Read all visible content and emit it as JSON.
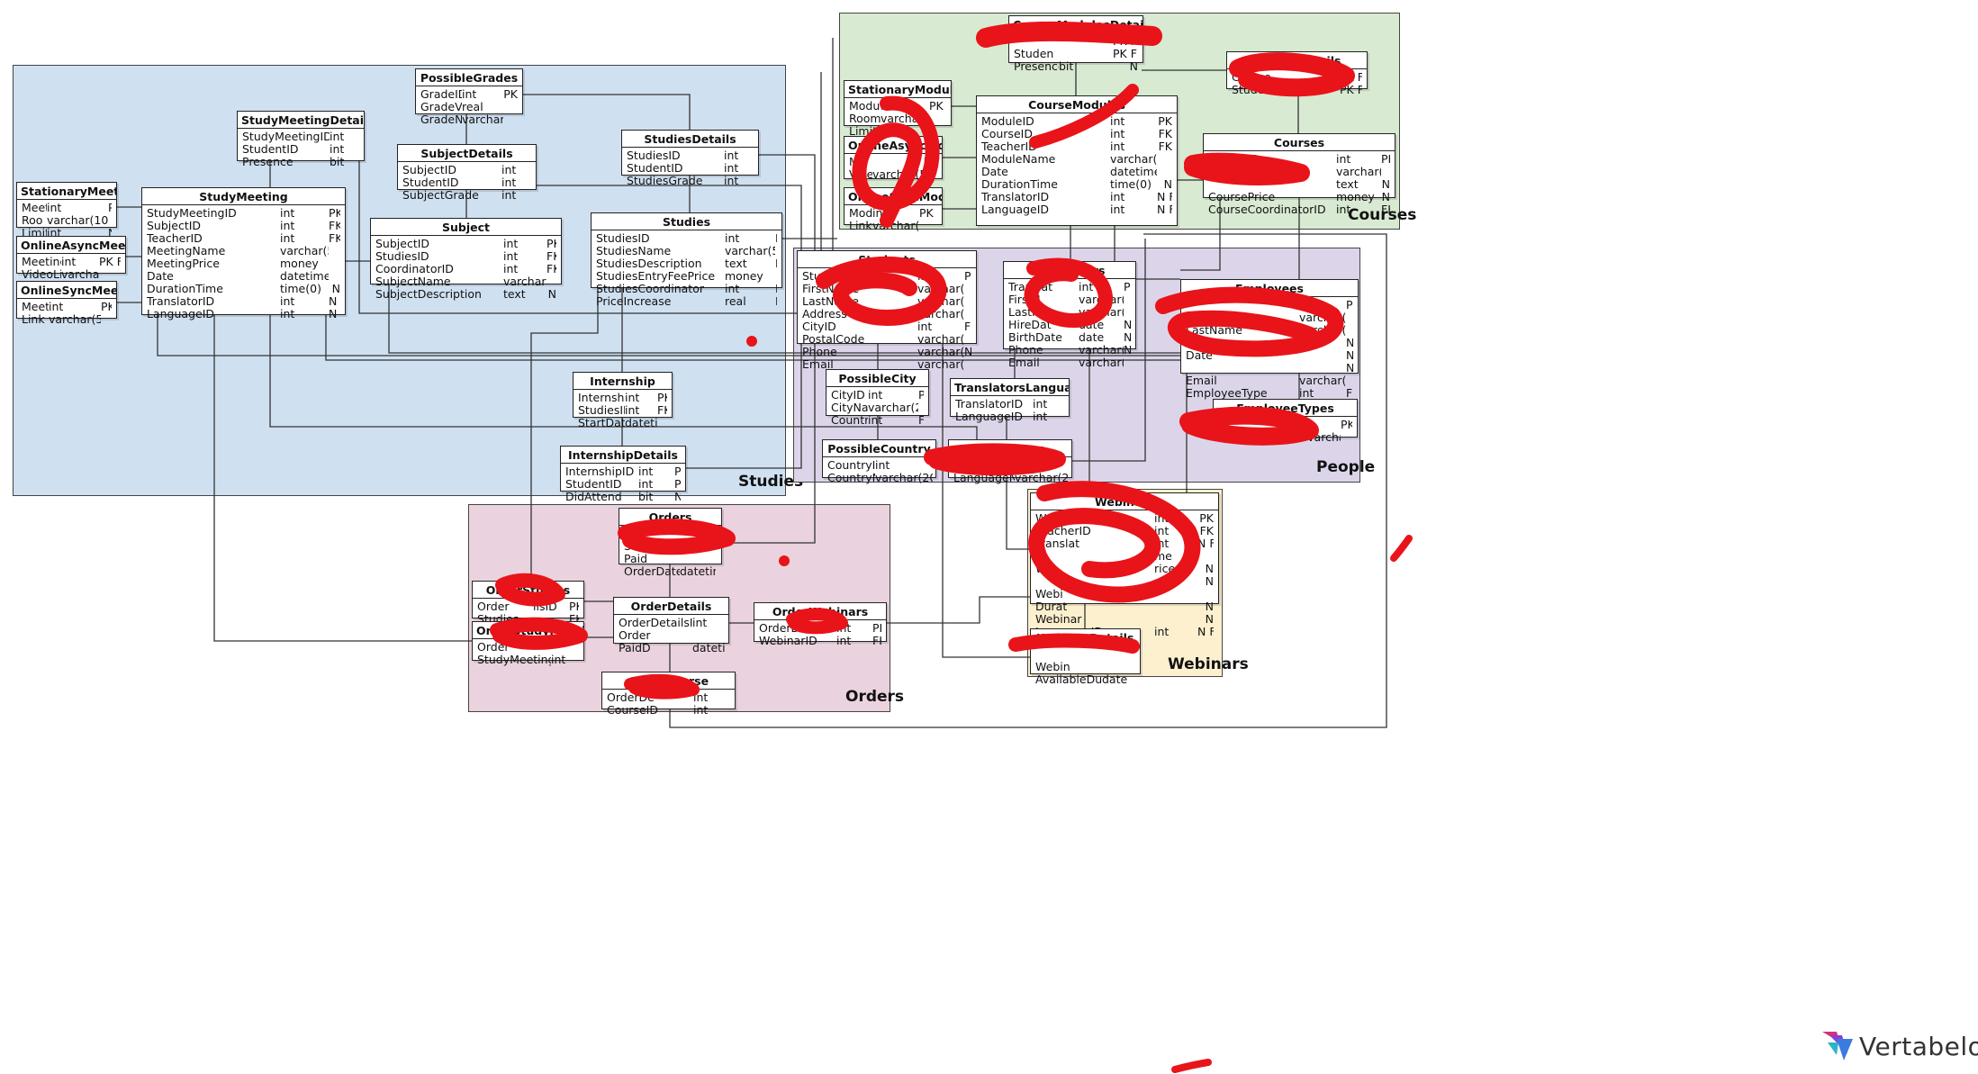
{
  "areas": [
    {
      "id": "studies",
      "label": "Studies",
      "color": "#cfe0f1"
    },
    {
      "id": "courses",
      "label": "Courses",
      "color": "#d8ead2"
    },
    {
      "id": "people",
      "label": "People",
      "color": "#dcd5ea"
    },
    {
      "id": "orders",
      "label": "Orders",
      "color": "#ead3de"
    },
    {
      "id": "webinars",
      "label": "Webinars",
      "color": "#fcf0cf"
    }
  ],
  "tables": [
    {
      "id": "PossibleGrades",
      "title": "PossibleGrades",
      "rows": [
        [
          "GradeID",
          "int",
          "PK"
        ],
        [
          "GradeValu",
          "real",
          ""
        ],
        [
          "GradeNam",
          "varchar(20)",
          ""
        ]
      ]
    },
    {
      "id": "StudyMeetingDetails",
      "title": "StudyMeetingDetails",
      "rows": [
        [
          "StudyMeetingID",
          "int",
          "PK FK"
        ],
        [
          "StudentID",
          "int",
          "PK FK"
        ],
        [
          "Presence",
          "bit",
          "N"
        ]
      ]
    },
    {
      "id": "SubjectDetails",
      "title": "SubjectDetails",
      "rows": [
        [
          "SubjectID",
          "int",
          "PK FK"
        ],
        [
          "StudentID",
          "int",
          "PK FK"
        ],
        [
          "SubjectGrade",
          "int",
          "FK"
        ]
      ]
    },
    {
      "id": "StudiesDetails",
      "title": "StudiesDetails",
      "rows": [
        [
          "StudiesID",
          "int",
          "PK FK"
        ],
        [
          "StudentID",
          "int",
          "PK FK"
        ],
        [
          "StudiesGrade",
          "int",
          "FK"
        ]
      ]
    },
    {
      "id": "StationaryMeeting",
      "title": "StationaryMeeting",
      "rows": [
        [
          "Meeti",
          "int",
          "PK FK"
        ],
        [
          "Roo",
          "varchar(10)",
          ""
        ],
        [
          "Limit",
          "int",
          "N"
        ]
      ]
    },
    {
      "id": "StudyMeeting",
      "title": "StudyMeeting",
      "rows": [
        [
          "StudyMeetingID",
          "int",
          "PK"
        ],
        [
          "SubjectID",
          "int",
          "FK"
        ],
        [
          "TeacherID",
          "int",
          "FK"
        ],
        [
          "MeetingName",
          "varchar(50)",
          ""
        ],
        [
          "MeetingPrice",
          "money",
          ""
        ],
        [
          "Date",
          "datetime",
          ""
        ],
        [
          "DurationTime",
          "time(0)",
          "N"
        ],
        [
          "TranslatorID",
          "int",
          "N FK"
        ],
        [
          "LanguageID",
          "int",
          "N FK"
        ]
      ]
    },
    {
      "id": "OnlineAsyncMeeting",
      "title": "OnlineAsyncMeeting",
      "rows": [
        [
          "Meeting",
          "int",
          "PK FK"
        ],
        [
          "VideoLi",
          "varchar(50)",
          ""
        ]
      ]
    },
    {
      "id": "OnlineSyncMeeting",
      "title": "OnlineSyncMeeting",
      "rows": [
        [
          "Meeti",
          "int",
          "PK FK"
        ],
        [
          "Link",
          "varchar(50)",
          ""
        ]
      ]
    },
    {
      "id": "Subject",
      "title": "Subject",
      "rows": [
        [
          "SubjectID",
          "int",
          "PK"
        ],
        [
          "StudiesID",
          "int",
          "FK"
        ],
        [
          "CoordinatorID",
          "int",
          "FK"
        ],
        [
          "SubjectName",
          "varchar(50)",
          ""
        ],
        [
          "SubjectDescription",
          "text",
          "N"
        ]
      ]
    },
    {
      "id": "Studies",
      "title": "Studies",
      "rows": [
        [
          "StudiesID",
          "int",
          "PK"
        ],
        [
          "StudiesName",
          "varchar(50)",
          ""
        ],
        [
          "StudiesDescription",
          "text",
          "N"
        ],
        [
          "StudiesEntryFeePrice",
          "money",
          ""
        ],
        [
          "StudiesCoordinator",
          "int",
          "FK"
        ],
        [
          "PriceIncrease",
          "real",
          "N"
        ]
      ]
    },
    {
      "id": "Internship",
      "title": "Internship",
      "rows": [
        [
          "InternshipI",
          "int",
          "PK"
        ],
        [
          "StudiesID",
          "int",
          "FK"
        ],
        [
          "StartDate",
          "datetime",
          ""
        ]
      ]
    },
    {
      "id": "InternshipDetails",
      "title": "InternshipDetails",
      "rows": [
        [
          "InternshipID",
          "int",
          "PK FK"
        ],
        [
          "StudentID",
          "int",
          "PK FK"
        ],
        [
          "DidAttend",
          "bit",
          "N"
        ]
      ]
    },
    {
      "id": "CourseModulesDetails",
      "title": "CourseModulesDetails",
      "rows": [
        [
          "",
          "",
          "PK FK"
        ],
        [
          "Studen",
          "",
          "PK FK"
        ],
        [
          "Presence",
          "bit",
          "N"
        ]
      ]
    },
    {
      "id": "CourseDetails",
      "title": "CourseDetails",
      "rows": [
        [
          "Course",
          "",
          "PK FK"
        ],
        [
          "StudentI",
          "",
          "PK FK"
        ]
      ]
    },
    {
      "id": "StationaryModule",
      "title": "StationaryModule",
      "rows": [
        [
          "Module",
          "int",
          "PK FK"
        ],
        [
          "Room",
          "varchar(10)",
          ""
        ],
        [
          "Limit",
          "int",
          ""
        ]
      ]
    },
    {
      "id": "OnlineAsyncModule",
      "title": "OnlineAsyncModule",
      "rows": [
        [
          "Mo",
          "",
          "FK"
        ],
        [
          "Video",
          "varchar(50)",
          ""
        ]
      ]
    },
    {
      "id": "OnlineSyncModule",
      "title": "OnlineSyncModule",
      "rows": [
        [
          "Mod",
          "int",
          "PK FK"
        ],
        [
          "Link",
          "varchar(50)",
          ""
        ]
      ]
    },
    {
      "id": "CourseModules",
      "title": "CourseModules",
      "rows": [
        [
          "ModuleID",
          "int",
          "PK"
        ],
        [
          "CourseID",
          "int",
          "FK"
        ],
        [
          "TeacherID",
          "int",
          "FK"
        ],
        [
          "ModuleName",
          "varchar(50)",
          ""
        ],
        [
          "Date",
          "datetime",
          ""
        ],
        [
          "DurationTime",
          "time(0)",
          "N"
        ],
        [
          "TranslatorID",
          "int",
          "N FK"
        ],
        [
          "LanguageID",
          "int",
          "N FK"
        ]
      ]
    },
    {
      "id": "Courses",
      "title": "Courses",
      "rows": [
        [
          "CourseID",
          "int",
          "PK"
        ],
        [
          "",
          "varchar(50)",
          ""
        ],
        [
          "",
          "text",
          "N"
        ],
        [
          "CoursePrice",
          "money",
          "N"
        ],
        [
          "CourseCoordinatorID",
          "int",
          "FK"
        ]
      ]
    },
    {
      "id": "Students",
      "title": "Students",
      "rows": [
        [
          "StudentID",
          "int",
          "PK"
        ],
        [
          "FirstName",
          "varchar(30)",
          ""
        ],
        [
          "LastName",
          "varchar(30)",
          ""
        ],
        [
          "Address",
          "varchar(30)",
          ""
        ],
        [
          "CityID",
          "int",
          "FK"
        ],
        [
          "PostalCode",
          "varchar(10)",
          ""
        ],
        [
          "Phone",
          "varchar(15)",
          "N"
        ],
        [
          "Email",
          "varchar(50)",
          ""
        ]
      ]
    },
    {
      "id": "Translators",
      "title": "Translators",
      "rows": [
        [
          "Translat",
          "int",
          "PK"
        ],
        [
          "FirstN",
          "varchar(30)",
          ""
        ],
        [
          "LastN",
          "varchar(30)",
          ""
        ],
        [
          "HireDat",
          "date",
          "N"
        ],
        [
          "BirthDate",
          "date",
          "N"
        ],
        [
          "Phone",
          "varchar(15)",
          "N"
        ],
        [
          "Email",
          "varchar(50)",
          ""
        ]
      ]
    },
    {
      "id": "Employees",
      "title": "Employees",
      "rows": [
        [
          "",
          "int",
          "PK"
        ],
        [
          "FirstName",
          "varchar(30)",
          ""
        ],
        [
          "LastName",
          "varchar(30)",
          ""
        ],
        [
          "",
          "",
          "N"
        ],
        [
          "Date",
          "",
          "N"
        ],
        [
          "",
          "",
          "N"
        ],
        [
          "Email",
          "varchar(50)",
          ""
        ],
        [
          "EmployeeType",
          "int",
          "FK"
        ]
      ]
    },
    {
      "id": "PossibleCity",
      "title": "PossibleCity",
      "rows": [
        [
          "CityID",
          "int",
          "PK"
        ],
        [
          "CityNam",
          "varchar(20)",
          ""
        ],
        [
          "CountryI",
          "int",
          "FK"
        ]
      ]
    },
    {
      "id": "TranslatorsLanguages",
      "title": "TranslatorsLanguages",
      "rows": [
        [
          "TranslatorID",
          "int",
          "PK FK"
        ],
        [
          "LanguageID",
          "int",
          "PK FK"
        ]
      ]
    },
    {
      "id": "EmployeeTypes",
      "title": "EmployeeTypes",
      "rows": [
        [
          "",
          "",
          "PK"
        ],
        [
          "",
          "Nam varchar(30)",
          ""
        ]
      ]
    },
    {
      "id": "PossibleCountry",
      "title": "PossibleCountry",
      "rows": [
        [
          "CountryID",
          "int",
          "PK"
        ],
        [
          "CountryNa",
          "varchar(20)",
          ""
        ]
      ]
    },
    {
      "id": "Languages",
      "title": "Languages",
      "rows": [
        [
          "",
          "",
          "PK"
        ],
        [
          "LanguageNam",
          "varchar(20)",
          ""
        ]
      ]
    },
    {
      "id": "Webinars",
      "title": "Webinars",
      "rows": [
        [
          "WebinarID",
          "int",
          "PK"
        ],
        [
          "TeacherID",
          "int",
          "FK"
        ],
        [
          "Translat",
          "int",
          "N FK"
        ],
        [
          "W",
          "me",
          ""
        ],
        [
          "W",
          "rice",
          "N"
        ],
        [
          "",
          "",
          "N"
        ],
        [
          "Webi",
          "",
          ""
        ],
        [
          "Durat",
          "",
          "N"
        ],
        [
          "Webinar",
          "",
          "N"
        ],
        [
          "LanguageID",
          "int",
          "N FK"
        ]
      ]
    },
    {
      "id": "WebinarDetails",
      "title": "WebinarDetails",
      "rows": [
        [
          "",
          "",
          "FK"
        ],
        [
          "Webin",
          "",
          "FK"
        ],
        [
          "AvailableDue",
          "date",
          ""
        ]
      ]
    },
    {
      "id": "Orders",
      "title": "Orders",
      "rows": [
        [
          "Ord",
          "",
          "PK"
        ],
        [
          "Stu",
          "",
          "FK"
        ],
        [
          "Paid",
          "",
          "N"
        ],
        [
          "OrderDate",
          "datetime",
          ""
        ]
      ]
    },
    {
      "id": "OrderStudies",
      "title": "OrderStudies",
      "rows": [
        [
          "Order",
          "ilsID",
          "PK FK"
        ],
        [
          "Studies",
          "",
          "FK"
        ]
      ]
    },
    {
      "id": "OrderDetails",
      "title": "OrderDetails",
      "rows": [
        [
          "OrderDetailsID",
          "int",
          "PK"
        ],
        [
          "Order",
          "",
          "FK"
        ],
        [
          "PaidD",
          "datetime",
          ""
        ]
      ]
    },
    {
      "id": "OrderWebinars",
      "title": "OrderWebinars",
      "rows": [
        [
          "OrderDet",
          "int",
          "PK FK"
        ],
        [
          "WebinarID",
          "int",
          "FK"
        ]
      ]
    },
    {
      "id": "OrderStudyMeeting",
      "title": "OrderStudyMeeting",
      "rows": [
        [
          "Order",
          "",
          "PK FK"
        ],
        [
          "StudyMeetingID",
          "int",
          "FK"
        ]
      ]
    },
    {
      "id": "OrderCourse",
      "title": "OrderCourse",
      "rows": [
        [
          "OrderDe",
          "int",
          "PK FK"
        ],
        [
          "CourseID",
          "int",
          "FK"
        ]
      ]
    }
  ],
  "brand": {
    "name": "Vertabelo"
  },
  "colors": {
    "scribble": "#e8141a",
    "line": "#333333"
  }
}
